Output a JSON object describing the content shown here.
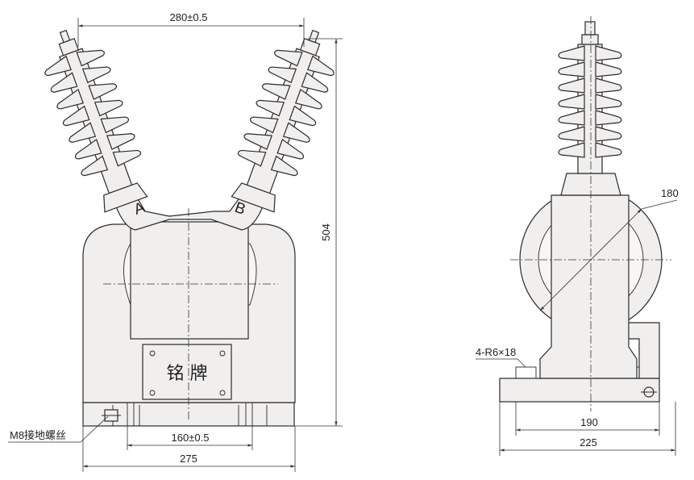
{
  "front_view": {
    "dim_top": "280±0.5",
    "dim_height": "504",
    "dim_mount": "160±0.5",
    "dim_base": "275",
    "label_ground_bolt": "M8接地螺丝",
    "nameplate_text": "铭  牌",
    "phase_a": "A",
    "phase_b": "B"
  },
  "side_view": {
    "dim_diameter": "180",
    "dim_slots": "4-R6×18",
    "dim_mount": "190",
    "dim_base": "225"
  },
  "colors": {
    "body_fill": "#f1efee",
    "line": "#2a2a2a"
  }
}
